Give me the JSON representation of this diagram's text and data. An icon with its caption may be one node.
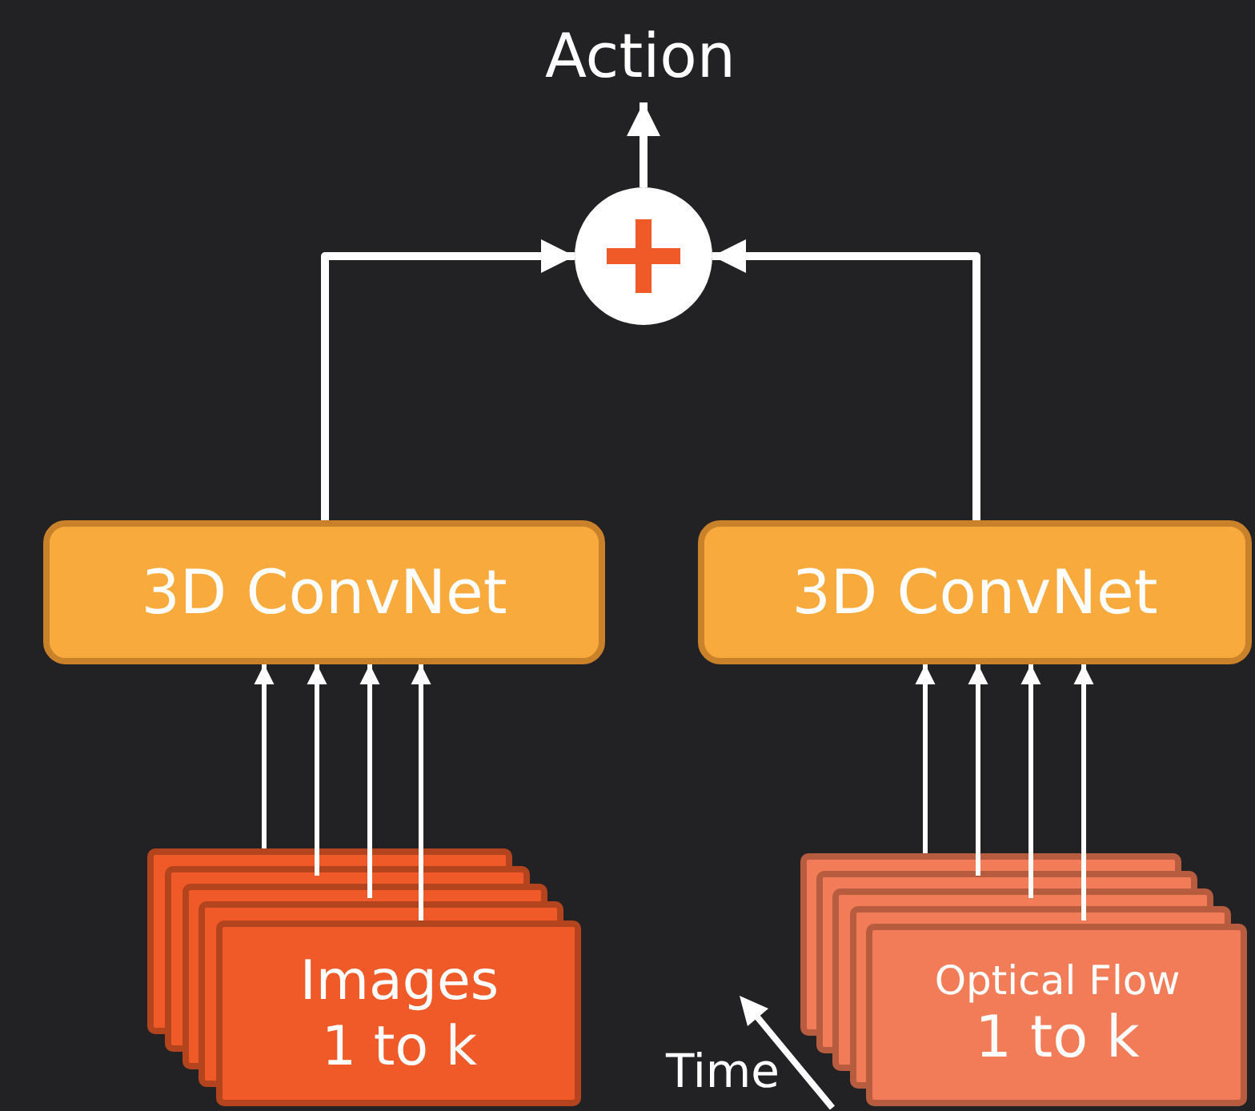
{
  "diagram": {
    "nodes": [
      {
        "text": [
          "Action"
        ]
      },
      {
        "text": [],
        "shape": "circle"
      },
      {
        "text": [
          "3D ConvNet"
        ]
      },
      {
        "text": [
          "3D ConvNet"
        ]
      },
      {
        "text": [
          "Images",
          "1 to k"
        ]
      },
      {
        "text": [
          "Optical Flow",
          "1 to k"
        ]
      }
    ],
    "edges": [
      {
        "from": 1,
        "to": 0,
        "arrow": "to"
      },
      {
        "from": 2,
        "to": 1,
        "arrow": "to"
      },
      {
        "from": 3,
        "to": 1,
        "arrow": "to"
      },
      {
        "from": 4,
        "to": 2,
        "arrow": "to"
      },
      {
        "from": 4,
        "to": 2,
        "arrow": "to"
      },
      {
        "from": 4,
        "to": 2,
        "arrow": "to"
      },
      {
        "from": 4,
        "to": 2,
        "arrow": "to"
      },
      {
        "from": 5,
        "to": 3,
        "arrow": "to"
      },
      {
        "from": 5,
        "to": 3,
        "arrow": "to"
      },
      {
        "from": 5,
        "to": 3,
        "arrow": "to"
      },
      {
        "from": 5,
        "to": 3,
        "arrow": "to"
      }
    ],
    "labels": [
      "Time"
    ]
  }
}
